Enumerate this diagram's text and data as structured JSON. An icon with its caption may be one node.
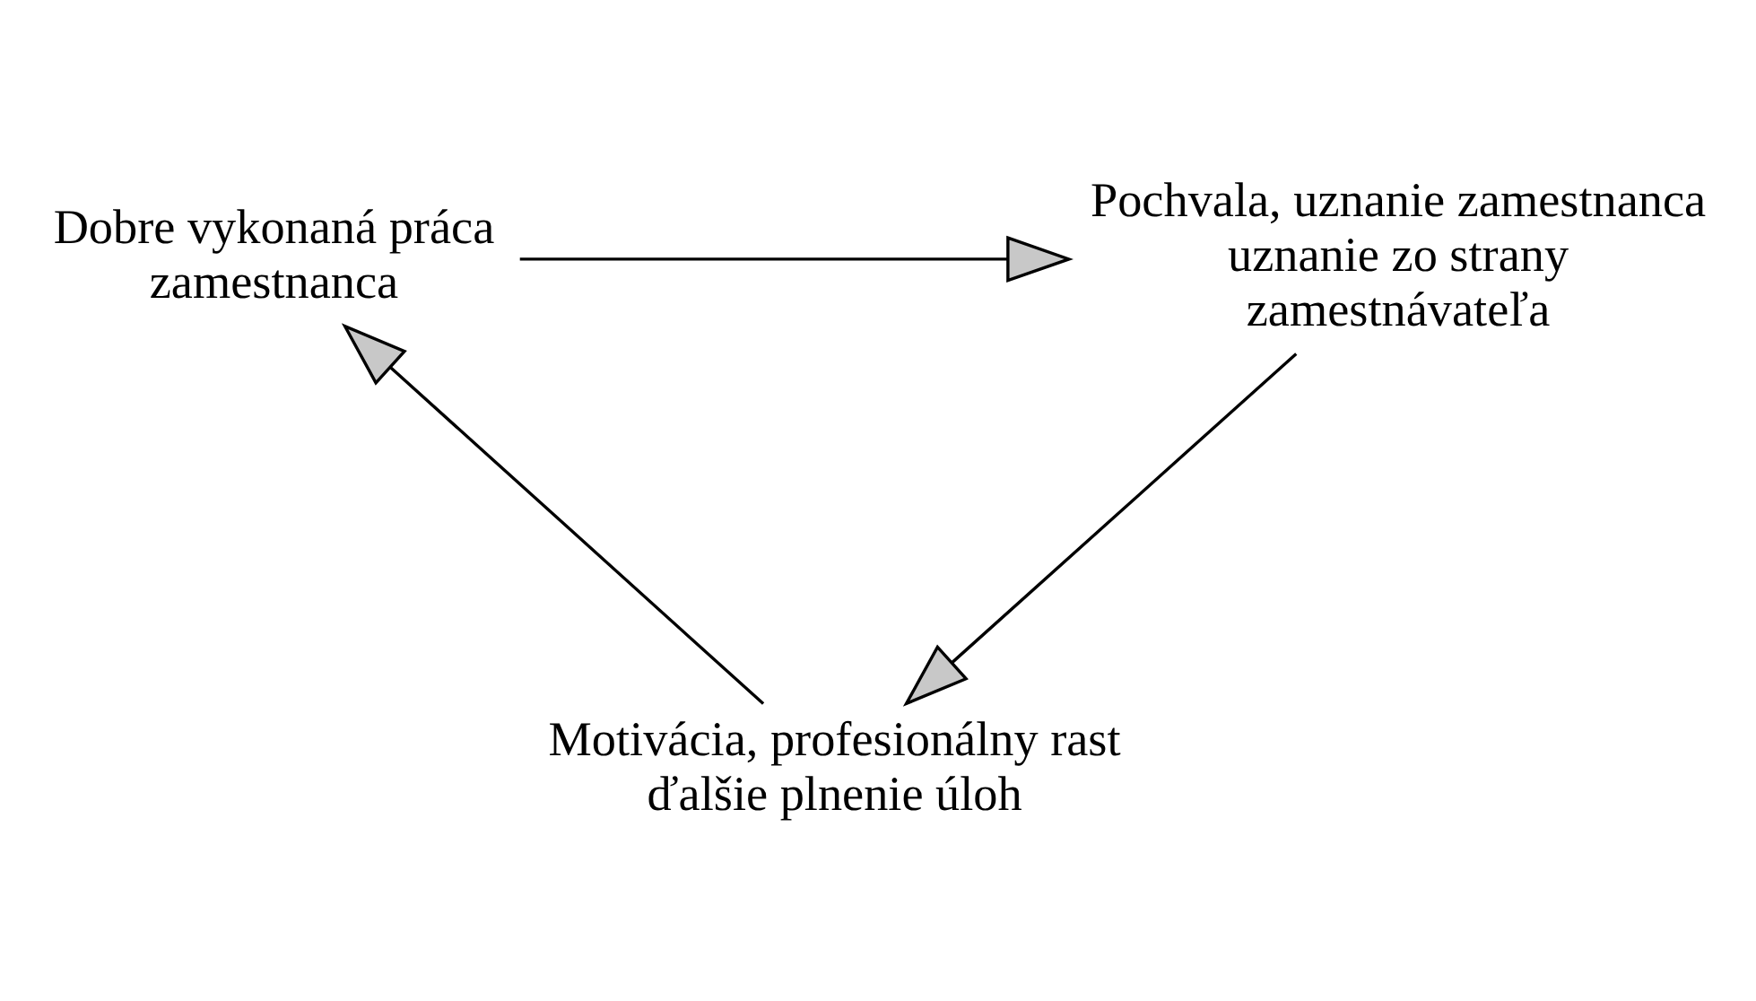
{
  "diagram": {
    "nodes": [
      {
        "text": [
          "Dobre vykonaná práca zamestnanca"
        ]
      },
      {
        "text": [
          "Pochvala, uznanie zamestnanca uznanie zo strany zamestnávateľa"
        ]
      },
      {
        "text": [
          "Motivácia, profesionálny rast ďalšie plnenie úloh"
        ]
      }
    ],
    "edges": [
      {
        "from": 0,
        "to": 1,
        "arrow": "to"
      },
      {
        "from": 1,
        "to": 2,
        "arrow": "to"
      },
      {
        "from": 2,
        "to": 0,
        "arrow": "to"
      }
    ]
  }
}
